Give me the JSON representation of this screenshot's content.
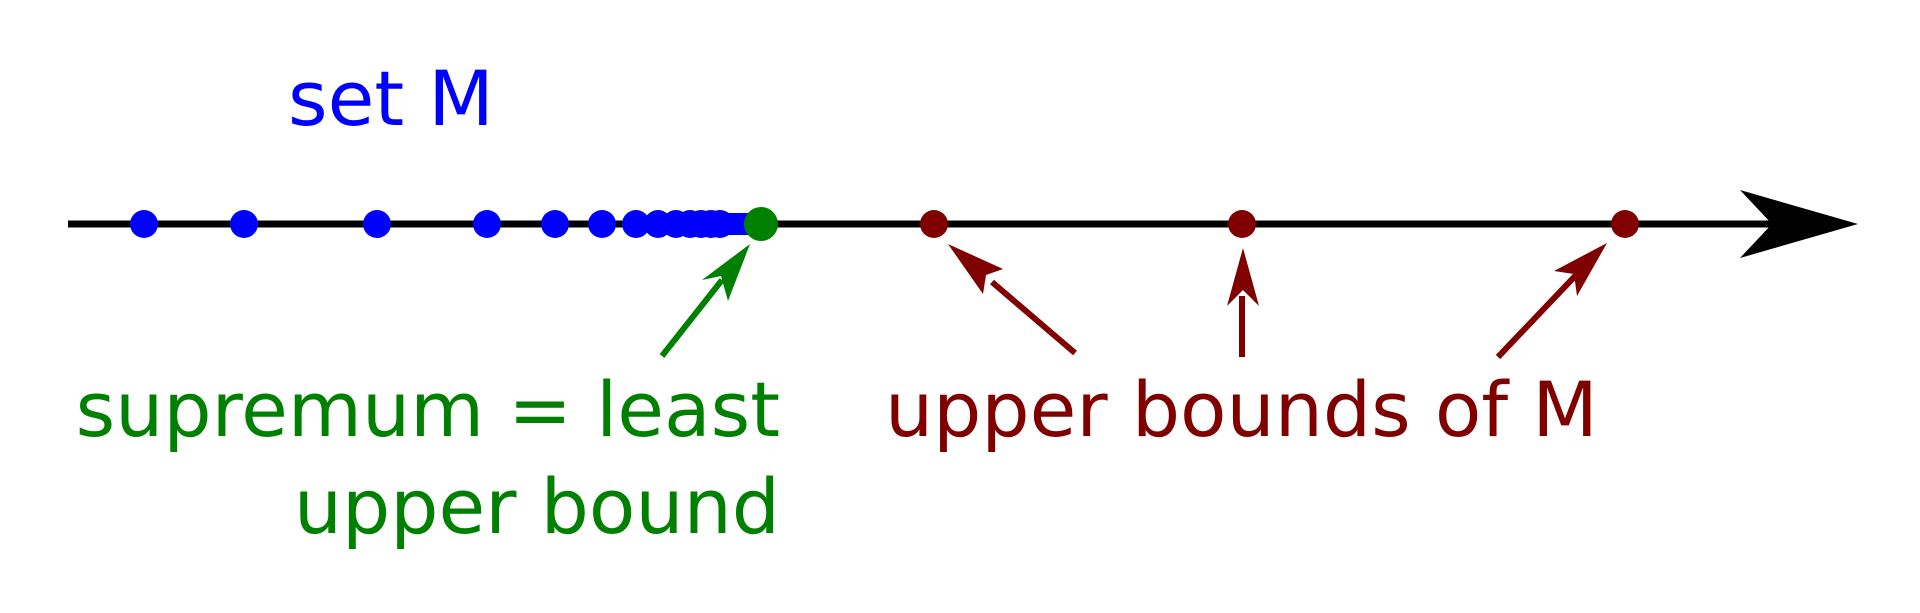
{
  "labels": {
    "set": "set M",
    "supremum_line1": "supremum = least",
    "supremum_line2": "upper bound",
    "upper_bounds": "upper bounds of M"
  },
  "colors": {
    "axis": "#000000",
    "set": "#0000ff",
    "supremum": "#008000",
    "upper_bounds": "#800000",
    "background": "#ffffff"
  }
}
